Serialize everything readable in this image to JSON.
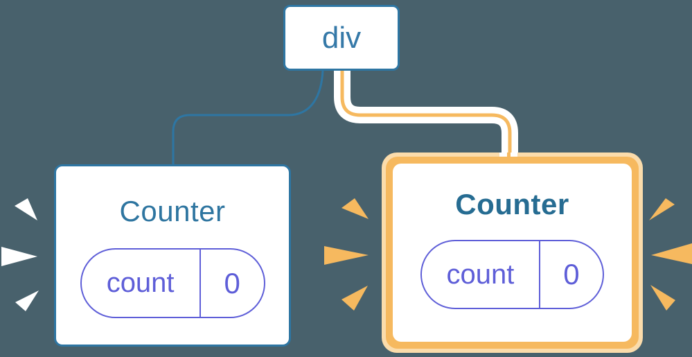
{
  "colors": {
    "background": "#48616C",
    "blue": "#2E76A3",
    "div_text": "#3579A8",
    "title_left": "#2E75A0",
    "title_right": "#266C92",
    "purple": "#5E5ED8",
    "orange": "#F6B95F",
    "orange_light": "#FBDCAB",
    "card": "#FFFFFF",
    "spark": "#FFFFFF"
  },
  "tree": {
    "root": {
      "label": "div"
    },
    "children": [
      {
        "title": "Counter",
        "state_key": "count",
        "state_value": "0",
        "highlighted": false
      },
      {
        "title": "Counter",
        "state_key": "count",
        "state_value": "0",
        "highlighted": true
      }
    ]
  }
}
